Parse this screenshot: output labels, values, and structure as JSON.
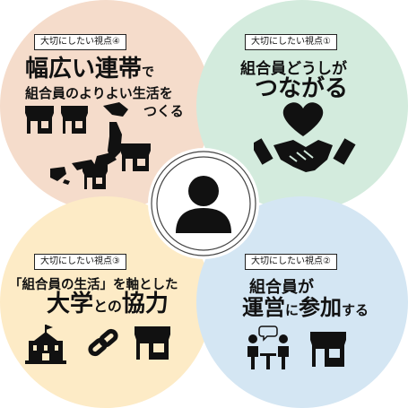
{
  "colors": {
    "top_left": "#f5dccb",
    "top_right": "#d3ebdd",
    "bottom_left": "#fdebc6",
    "bottom_right": "#d4e6f3",
    "ink": "#111111"
  },
  "quadrants": {
    "top_left": {
      "tag": "大切にしたい視点④",
      "title_big": "幅広い連帯",
      "title_suffix": "で",
      "line2": "組合員のよりよい生活を",
      "line3": "つくる",
      "icons": [
        "shop-icon",
        "shop-icon",
        "japan-map-icon",
        "shop-icon",
        "shop-icon"
      ]
    },
    "top_right": {
      "tag": "大切にしたい視点①",
      "line1": "組合員どうしが",
      "line2": "つながる",
      "icons": [
        "heart-icon",
        "handshake-icon"
      ]
    },
    "bottom_left": {
      "tag": "大切にしたい視点③",
      "line1": "「組合員の生活」を軸とした",
      "line2_a": "大学",
      "line2_b": "との",
      "line2_c": "協力",
      "icons": [
        "university-icon",
        "chain-link-icon",
        "shop-icon"
      ]
    },
    "bottom_right": {
      "tag": "大切にしたい視点②",
      "line1": "組合員が",
      "line2_a": "運営",
      "line2_b": "に",
      "line2_c": "参加",
      "line2_d": "する",
      "icons": [
        "meeting-icon",
        "shop-icon"
      ]
    }
  },
  "center": {
    "icon": "person-icon"
  }
}
